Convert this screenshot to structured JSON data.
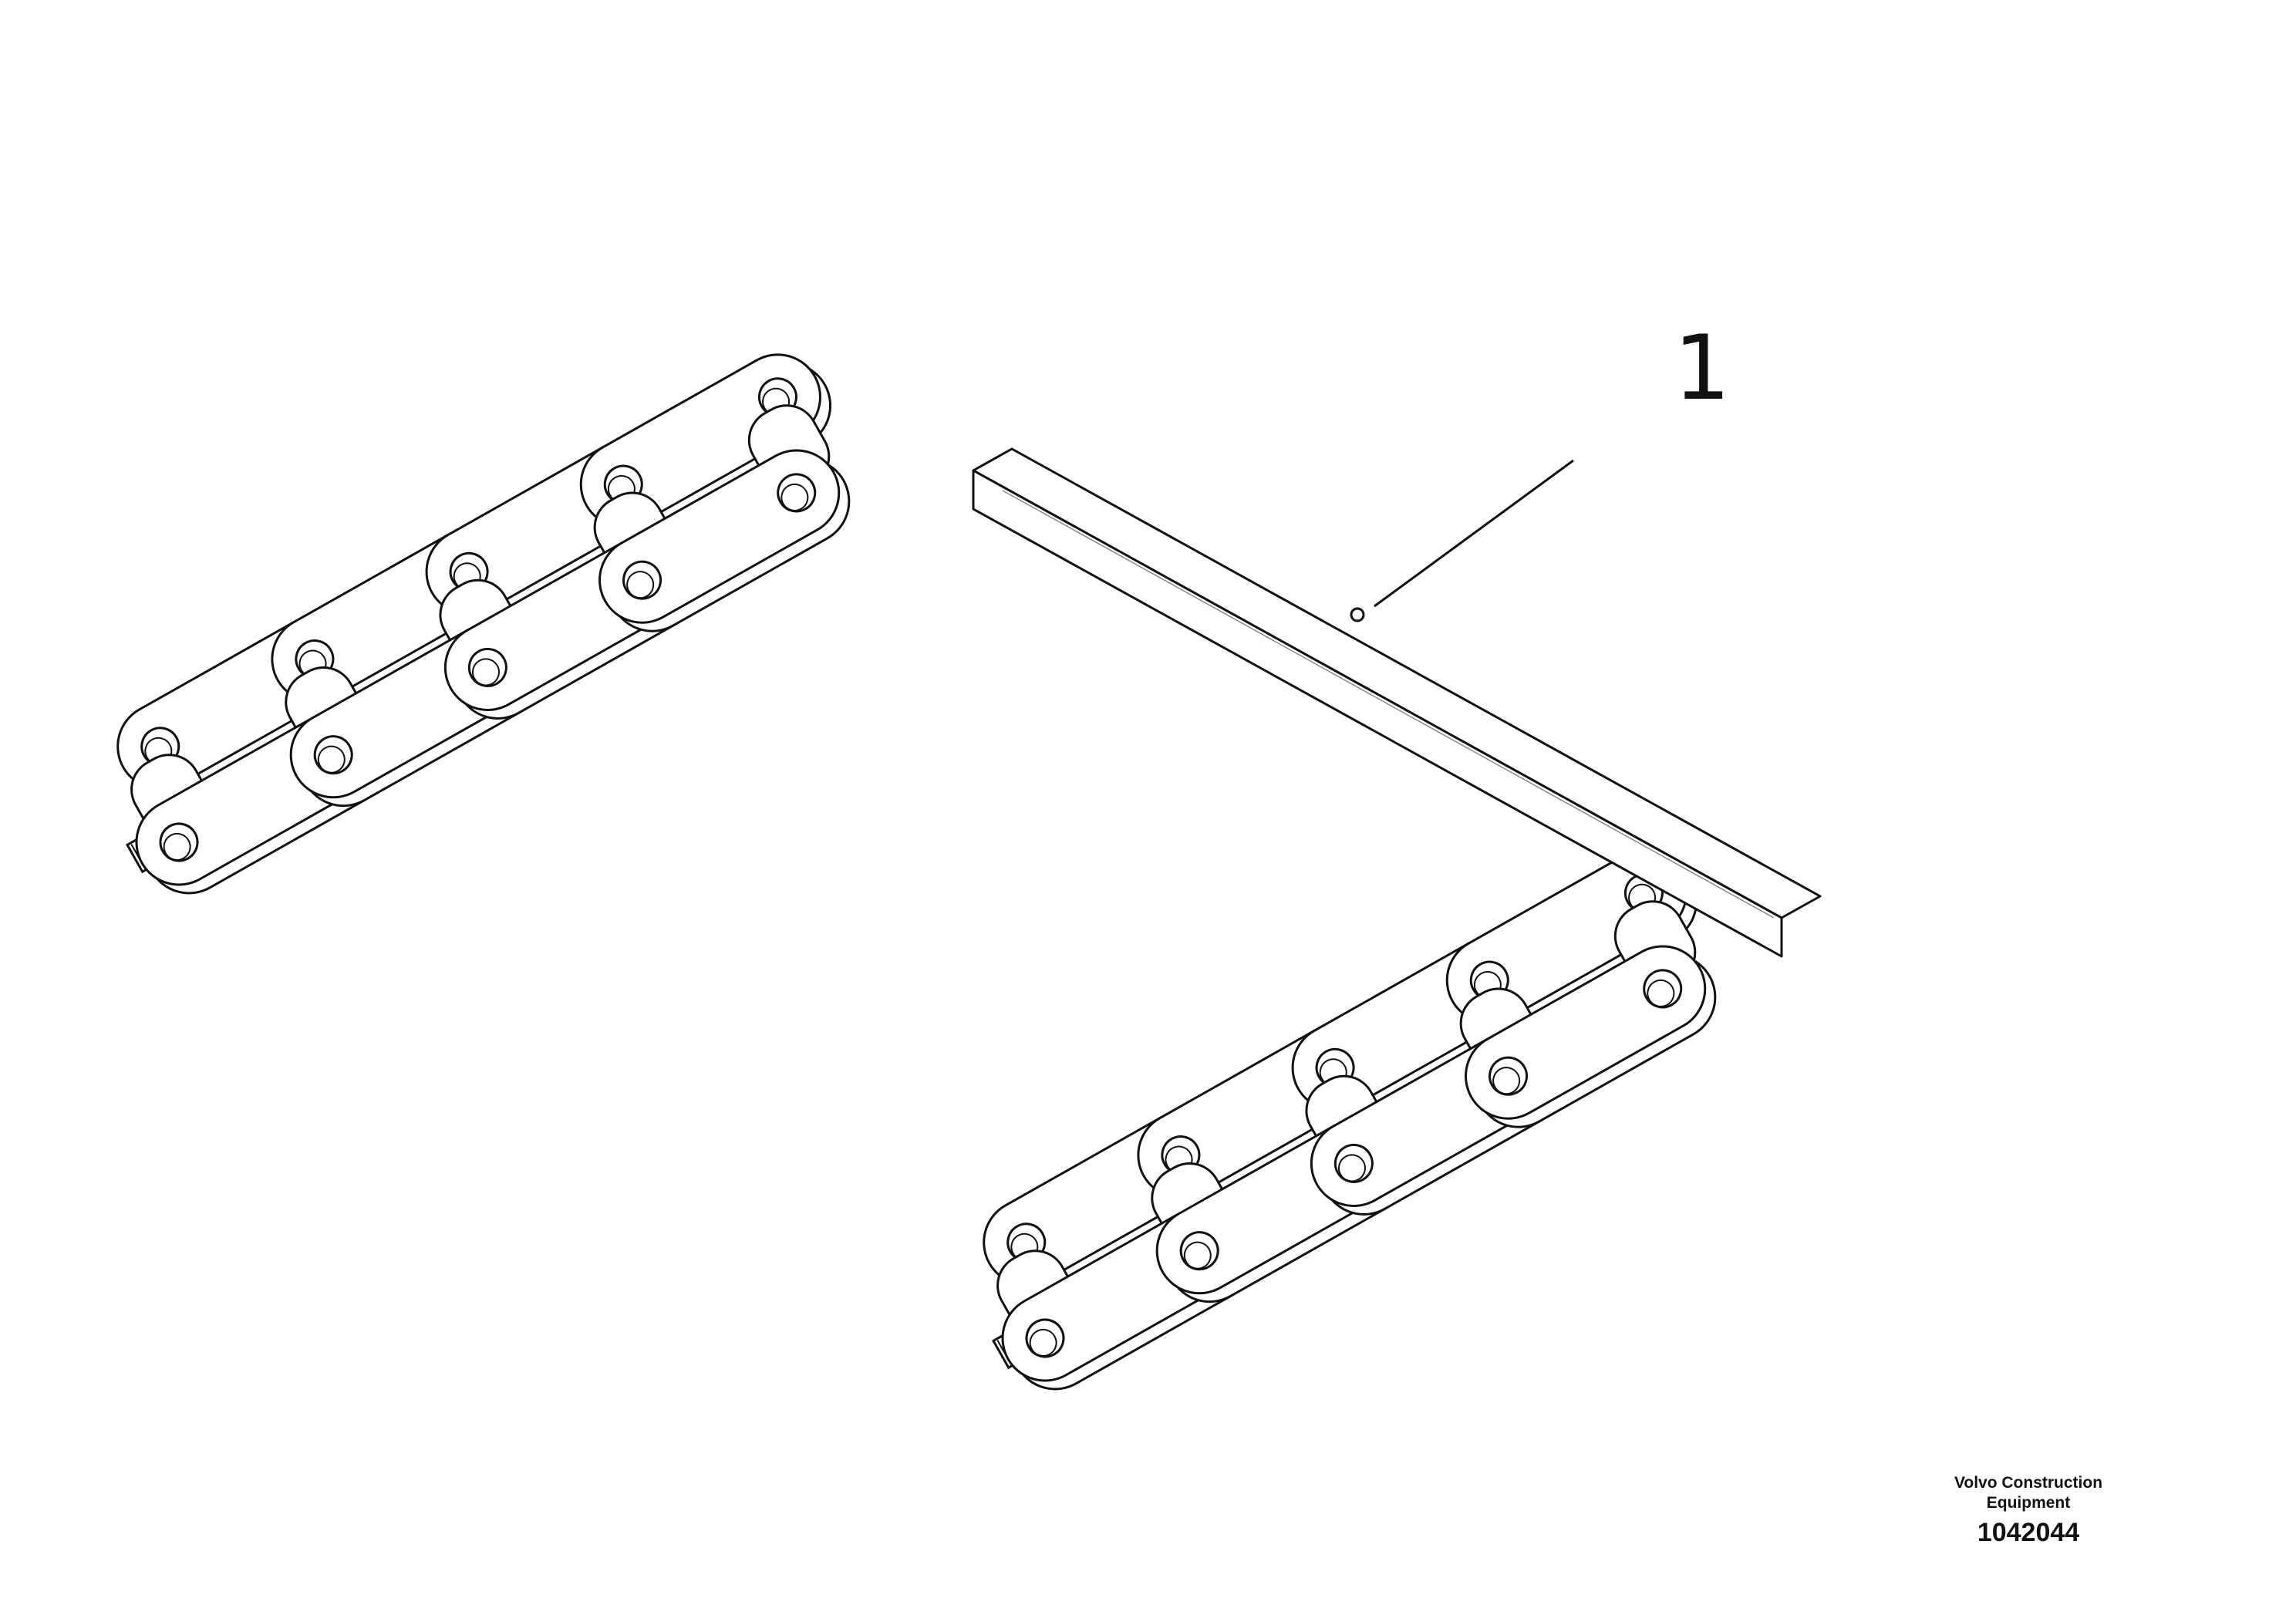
{
  "callout": {
    "number": "1"
  },
  "manufacturer": {
    "line1": "Volvo Construction",
    "line2": "Equipment"
  },
  "drawing_number": "1042044",
  "colors": {
    "line": "#111111",
    "paper": "#ffffff"
  }
}
